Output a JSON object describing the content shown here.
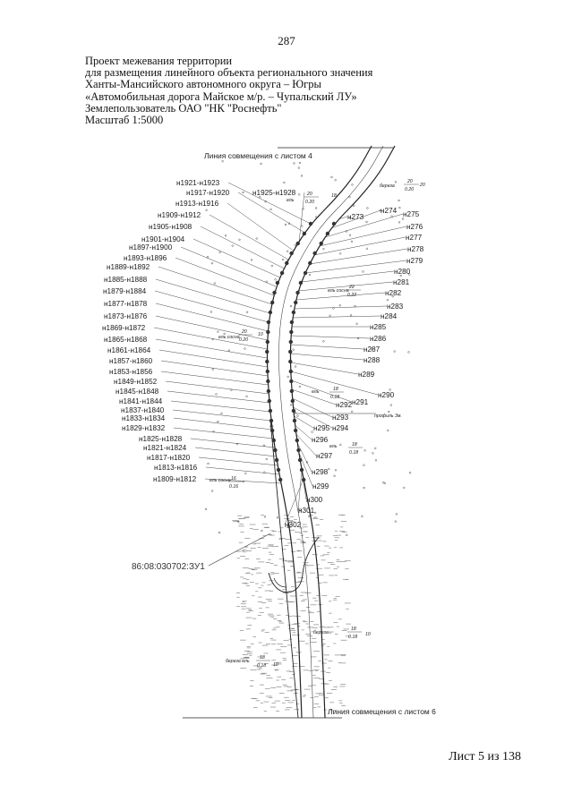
{
  "page_number": "287",
  "header": {
    "line1": "Проект межевания территории",
    "line2": "для размещения линейного объекта регионального значения",
    "line3": "Ханты-Мансийского автономного округа – Югры",
    "line4": "«Автомобильная дорога Майское м/р. – Чупальский ЛУ»",
    "line5": "Землепользователь ОАО \"НК \"Роснефть\"",
    "line6": "Масштаб 1:5000"
  },
  "map": {
    "top_match_line": "Линия совмещения с листом 4",
    "bottom_match_line": "Линия совмещения с листом 6",
    "parcel_id": "86:08:030702:ЗУ1",
    "profile_label": "профиль 3м.",
    "left_point_labels": [
      "н1921-н1923",
      "н1917-н1920",
      "н1925-н1928",
      "н1913-н1916",
      "н1909-н1912",
      "н1905-н1908",
      "н1901-н1904",
      "н1897-н1900",
      "н1893-н1896",
      "н1889-н1892",
      "н1885-н1888",
      "н1879-н1884",
      "н1877-н1878",
      "н1873-н1876",
      "н1869-н1872",
      "н1865-н1868",
      "н1861-н1864",
      "н1857-н1860",
      "н1853-н1856",
      "н1849-н1852",
      "н1845-н1848",
      "н1841-н1844",
      "н1837-н1840",
      "н1833-н1834",
      "н1829-н1832",
      "н1825-н1828",
      "н1821-н1824",
      "н1817-н1820",
      "н1813-н1816",
      "н1809-н1812"
    ],
    "right_point_labels": [
      "н273",
      "н274",
      "н275",
      "н276",
      "н277",
      "н278",
      "н279",
      "н280",
      "н281",
      "н282",
      "н283",
      "н284",
      "н285",
      "н286",
      "н287",
      "н288",
      "н289",
      "н290",
      "н291",
      "н292",
      "н293",
      "н294",
      "н295",
      "н296",
      "н297",
      "н298",
      "н299",
      "н300",
      "н301",
      "н302"
    ],
    "tree_notes": [
      {
        "species": "береза",
        "num": "20",
        "den": "0.20",
        "extra": "20"
      },
      {
        "species": "ель",
        "num": "20",
        "den": "0.20",
        "extra": "18"
      },
      {
        "species": "ель сосна",
        "num": "22",
        "den": "0.22",
        "extra": ""
      },
      {
        "species": "ель сосна",
        "num": "20",
        "den": "0.20",
        "extra": "10"
      },
      {
        "species": "ель",
        "num": "18",
        "den": "0.18",
        "extra": ""
      },
      {
        "species": "ель",
        "num": "18",
        "den": "0.18",
        "extra": ""
      },
      {
        "species": "ель сосна",
        "num": "16",
        "den": "0.16",
        "extra": ""
      },
      {
        "species": "береза",
        "num": "18",
        "den": "0.18",
        "extra": "10"
      },
      {
        "species": "береза ель",
        "num": "18",
        "den": "0.18",
        "extra": "10"
      }
    ]
  },
  "sheet_label": "Лист 5 из 138"
}
